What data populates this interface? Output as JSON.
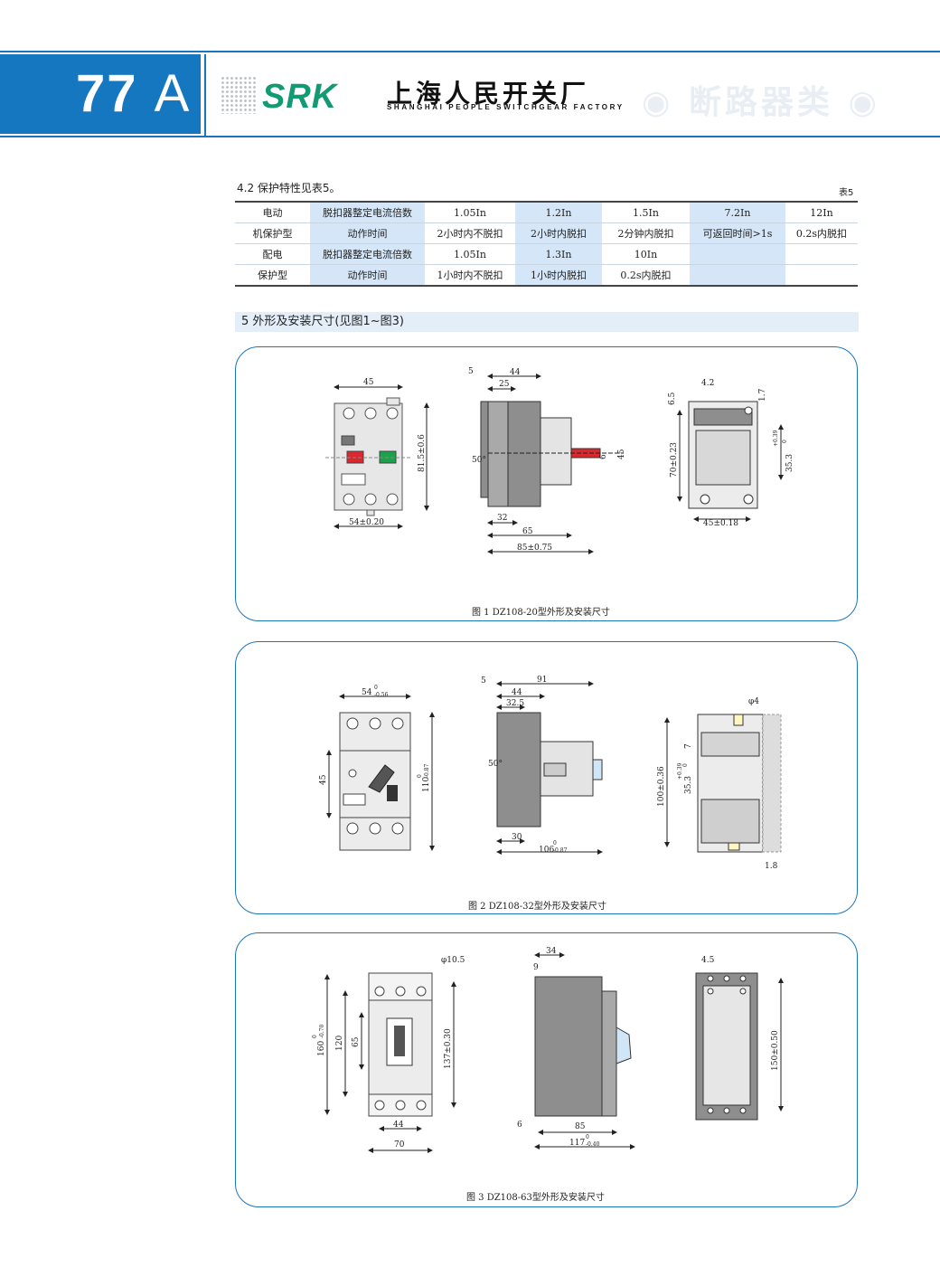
{
  "header": {
    "page_number": "77",
    "page_suffix": "A",
    "brand": "SRK",
    "company_cn": "上海人民开关厂",
    "company_en": "SHANGHAI PEOPLE SWITCHGEAR FACTORY",
    "section": "◉ 断路器类 ◉"
  },
  "section_4_2": {
    "title": "4.2 保护特性见表5。",
    "table_label": "表5",
    "rows": [
      [
        "电动",
        "脱扣器整定电流倍数",
        "1.05In",
        "1.2In",
        "1.5In",
        "7.2In",
        "12In"
      ],
      [
        "机保护型",
        "动作时间",
        "2小时内不脱扣",
        "2小时内脱扣",
        "2分钟内脱扣",
        "可返回时间>1s",
        "0.2s内脱扣"
      ],
      [
        "配电",
        "脱扣器整定电流倍数",
        "1.05In",
        "1.3In",
        "10In",
        "",
        ""
      ],
      [
        "保护型",
        "动作时间",
        "1小时内不脱扣",
        "1小时内脱扣",
        "0.2s内脱扣",
        "",
        ""
      ]
    ]
  },
  "section_5": {
    "title": "5 外形及安装尺寸(见图1~图3)"
  },
  "figures": [
    {
      "caption": "图 1 DZ108-20型外形及安装尺寸",
      "dims": [
        "45",
        "81.5±0.6",
        "54±0.20",
        "5",
        "44",
        "25",
        "50°",
        "6",
        "45",
        "32",
        "65",
        "85±0.75",
        "4.2",
        "6.5",
        "1.7",
        "70±0.23",
        "35.3",
        "+0.39",
        "0",
        "45±0.18"
      ]
    },
    {
      "caption": "图 2 DZ108-32型外形及安装尺寸",
      "dims": [
        "54",
        "0",
        "-0.56",
        "45",
        "110",
        "0",
        "-0.87",
        "5",
        "91",
        "44",
        "32.5",
        "50°",
        "30",
        "106",
        "0",
        "-0.87",
        "φ4",
        "7",
        "100±0.36",
        "35.3",
        "+0.39",
        "0",
        "1.8"
      ]
    },
    {
      "caption": "图 3 DZ108-63型外形及安装尺寸",
      "dims": [
        "φ10.5",
        "160",
        "0",
        "-0.70",
        "120",
        "65",
        "137±0.30",
        "44",
        "70",
        "34",
        "9",
        "6",
        "85",
        "117",
        "0",
        "-0.40",
        "4.5",
        "150±0.50"
      ]
    }
  ]
}
